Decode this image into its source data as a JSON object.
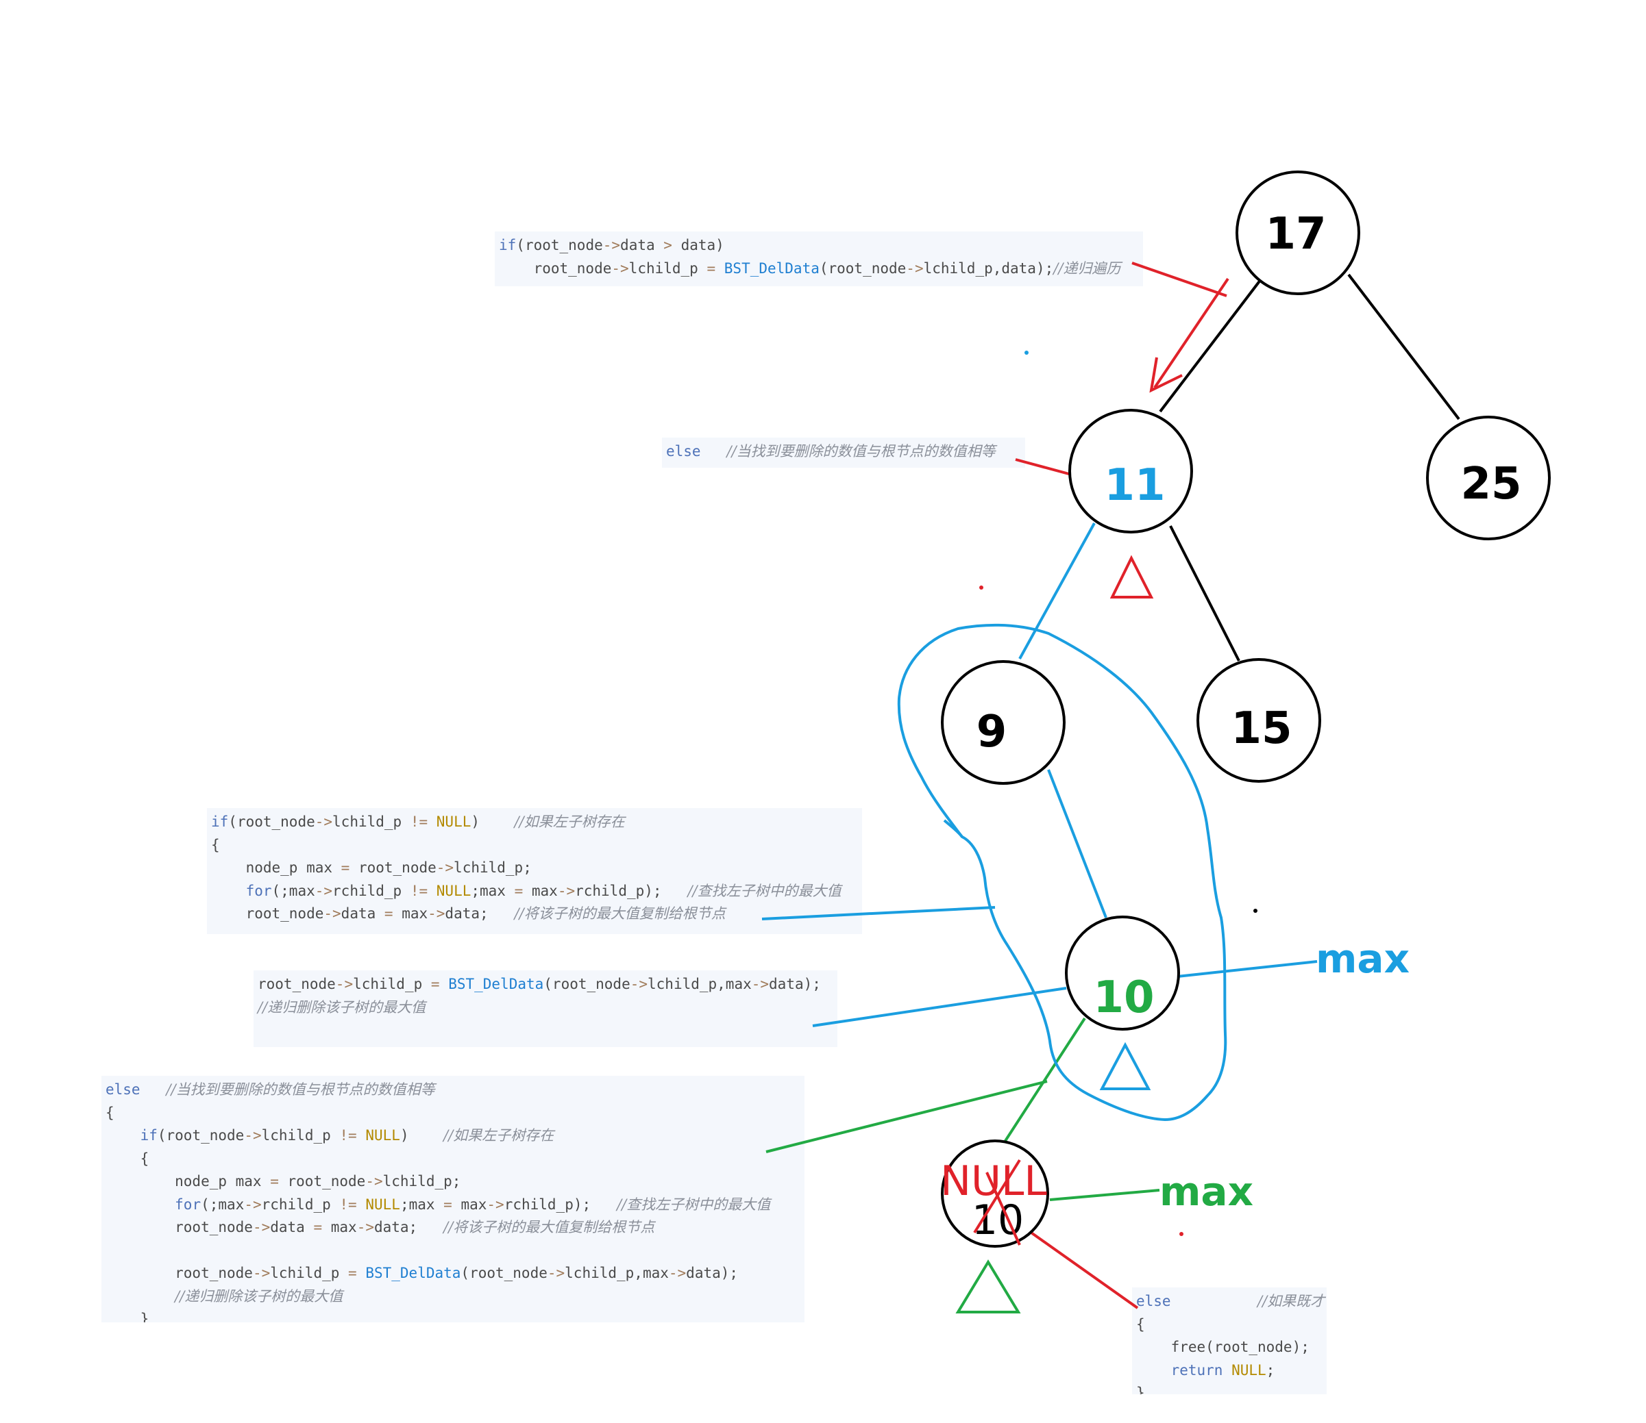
{
  "colors": {
    "node_stroke": "#000000",
    "red": "#e0222a",
    "blue": "#1a9ee0",
    "green": "#22aa44",
    "code_bg": "#f4f7fc"
  },
  "tree": {
    "nodes": [
      {
        "id": "n17",
        "label": "17",
        "color": "#000000"
      },
      {
        "id": "n25",
        "label": "25",
        "color": "#000000"
      },
      {
        "id": "n11",
        "label": "11",
        "color": "#1a9ee0"
      },
      {
        "id": "n9",
        "label": "9",
        "color": "#000000"
      },
      {
        "id": "n15",
        "label": "15",
        "color": "#000000"
      },
      {
        "id": "n10",
        "label": "10",
        "color": "#22aa44"
      },
      {
        "id": "n10b",
        "label": "10",
        "color": "#000000"
      }
    ],
    "null_label": "NULL",
    "max_label_blue": "max",
    "max_label_green": "max"
  },
  "code_blocks": [
    {
      "id": "code-recurse-left",
      "lines": [
        [
          [
            "kw",
            "if"
          ],
          [
            "t",
            "("
          ],
          [
            "t",
            "root_node"
          ],
          [
            "op",
            "->"
          ],
          [
            "t",
            "data "
          ],
          [
            "op",
            ">"
          ],
          [
            "t",
            " data)"
          ]
        ],
        [
          [
            "t",
            "    root_node"
          ],
          [
            "op",
            "->"
          ],
          [
            "t",
            "lchild_p "
          ],
          [
            "op",
            "="
          ],
          [
            "t",
            " "
          ],
          [
            "fn",
            "BST_DelData"
          ],
          [
            "t",
            "(root_node"
          ],
          [
            "op",
            "->"
          ],
          [
            "t",
            "lchild_p,data);"
          ],
          [
            "cm",
            "//递归遍历"
          ]
        ]
      ]
    },
    {
      "id": "code-else-equal",
      "lines": [
        [
          [
            "kw",
            "else"
          ],
          [
            "t",
            "   "
          ],
          [
            "cm",
            "//当找到要删除的数值与根节点的数值相等"
          ]
        ]
      ]
    },
    {
      "id": "code-find-max",
      "lines": [
        [
          [
            "kw",
            "if"
          ],
          [
            "t",
            "(root_node"
          ],
          [
            "op",
            "->"
          ],
          [
            "t",
            "lchild_p "
          ],
          [
            "op",
            "!="
          ],
          [
            "t",
            " "
          ],
          [
            "nul",
            "NULL"
          ],
          [
            "t",
            ")    "
          ],
          [
            "cm",
            "//如果左子树存在"
          ]
        ],
        [
          [
            "t",
            "{"
          ]
        ],
        [
          [
            "t",
            "    node_p max "
          ],
          [
            "op",
            "="
          ],
          [
            "t",
            " root_node"
          ],
          [
            "op",
            "->"
          ],
          [
            "t",
            "lchild_p;"
          ]
        ],
        [
          [
            "t",
            "    "
          ],
          [
            "kw",
            "for"
          ],
          [
            "t",
            "(;max"
          ],
          [
            "op",
            "->"
          ],
          [
            "t",
            "rchild_p "
          ],
          [
            "op",
            "!="
          ],
          [
            "t",
            " "
          ],
          [
            "nul",
            "NULL"
          ],
          [
            "t",
            ";max "
          ],
          [
            "op",
            "="
          ],
          [
            "t",
            " max"
          ],
          [
            "op",
            "->"
          ],
          [
            "t",
            "rchild_p);   "
          ],
          [
            "cm",
            "//查找左子树中的最大值"
          ]
        ],
        [
          [
            "t",
            "    root_node"
          ],
          [
            "op",
            "->"
          ],
          [
            "t",
            "data "
          ],
          [
            "op",
            "="
          ],
          [
            "t",
            " max"
          ],
          [
            "op",
            "->"
          ],
          [
            "t",
            "data;   "
          ],
          [
            "cm",
            "//将该子树的最大值复制给根节点"
          ]
        ]
      ]
    },
    {
      "id": "code-recurse-max",
      "lines": [
        [
          [
            "t",
            "root_node"
          ],
          [
            "op",
            "->"
          ],
          [
            "t",
            "lchild_p "
          ],
          [
            "op",
            "="
          ],
          [
            "t",
            " "
          ],
          [
            "fn",
            "BST_DelData"
          ],
          [
            "t",
            "(root_node"
          ],
          [
            "op",
            "->"
          ],
          [
            "t",
            "lchild_p,max"
          ],
          [
            "op",
            "->"
          ],
          [
            "t",
            "data);"
          ]
        ],
        [
          [
            "cm",
            "//递归删除该子树的最大值"
          ]
        ]
      ]
    },
    {
      "id": "code-full-else",
      "lines": [
        [
          [
            "kw",
            "else"
          ],
          [
            "t",
            "   "
          ],
          [
            "cm",
            "//当找到要删除的数值与根节点的数值相等"
          ]
        ],
        [
          [
            "t",
            "{"
          ]
        ],
        [
          [
            "t",
            "    "
          ],
          [
            "kw",
            "if"
          ],
          [
            "t",
            "(root_node"
          ],
          [
            "op",
            "->"
          ],
          [
            "t",
            "lchild_p "
          ],
          [
            "op",
            "!="
          ],
          [
            "t",
            " "
          ],
          [
            "nul",
            "NULL"
          ],
          [
            "t",
            ")    "
          ],
          [
            "cm",
            "//如果左子树存在"
          ]
        ],
        [
          [
            "t",
            "    {"
          ]
        ],
        [
          [
            "t",
            "        node_p max "
          ],
          [
            "op",
            "="
          ],
          [
            "t",
            " root_node"
          ],
          [
            "op",
            "->"
          ],
          [
            "t",
            "lchild_p;"
          ]
        ],
        [
          [
            "t",
            "        "
          ],
          [
            "kw",
            "for"
          ],
          [
            "t",
            "(;max"
          ],
          [
            "op",
            "->"
          ],
          [
            "t",
            "rchild_p "
          ],
          [
            "op",
            "!="
          ],
          [
            "t",
            " "
          ],
          [
            "nul",
            "NULL"
          ],
          [
            "t",
            ";max "
          ],
          [
            "op",
            "="
          ],
          [
            "t",
            " max"
          ],
          [
            "op",
            "->"
          ],
          [
            "t",
            "rchild_p);   "
          ],
          [
            "cm",
            "//查找左子树中的最大值"
          ]
        ],
        [
          [
            "t",
            "        root_node"
          ],
          [
            "op",
            "->"
          ],
          [
            "t",
            "data "
          ],
          [
            "op",
            "="
          ],
          [
            "t",
            " max"
          ],
          [
            "op",
            "->"
          ],
          [
            "t",
            "data;   "
          ],
          [
            "cm",
            "//将该子树的最大值复制给根节点"
          ]
        ],
        [
          [
            "t",
            ""
          ]
        ],
        [
          [
            "t",
            "        root_node"
          ],
          [
            "op",
            "->"
          ],
          [
            "t",
            "lchild_p "
          ],
          [
            "op",
            "="
          ],
          [
            "t",
            " "
          ],
          [
            "fn",
            "BST_DelData"
          ],
          [
            "t",
            "(root_node"
          ],
          [
            "op",
            "->"
          ],
          [
            "t",
            "lchild_p,max"
          ],
          [
            "op",
            "->"
          ],
          [
            "t",
            "data);"
          ]
        ],
        [
          [
            "t",
            "        "
          ],
          [
            "cm",
            "//递归删除该子树的最大值"
          ]
        ],
        [
          [
            "t",
            "    }"
          ]
        ]
      ]
    },
    {
      "id": "code-free-leaf",
      "lines": [
        [
          [
            "kw",
            "else"
          ],
          [
            "t",
            "          "
          ],
          [
            "cm",
            "//如果既才"
          ]
        ],
        [
          [
            "t",
            "{"
          ]
        ],
        [
          [
            "t",
            "    free(root_node);"
          ]
        ],
        [
          [
            "t",
            "    "
          ],
          [
            "kw",
            "return"
          ],
          [
            "t",
            " "
          ],
          [
            "nul",
            "NULL"
          ],
          [
            "t",
            ";"
          ]
        ],
        [
          [
            "t",
            "}"
          ]
        ]
      ]
    }
  ]
}
